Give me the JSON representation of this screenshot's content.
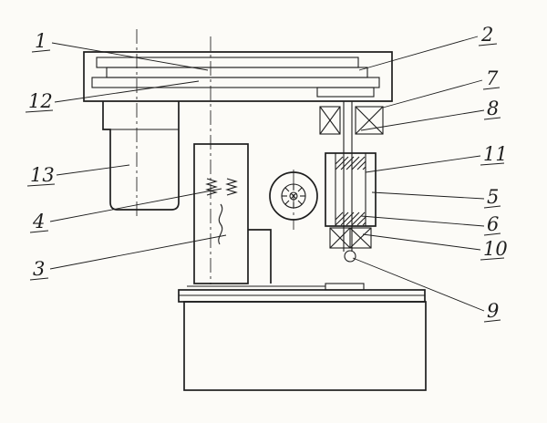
{
  "figure": {
    "type": "technical-diagram",
    "background_color": "#fcfbf7",
    "ink_color": "#1e1e1e"
  },
  "labels": [
    {
      "text": "1"
    },
    {
      "text": "2"
    },
    {
      "text": "3"
    },
    {
      "text": "4"
    },
    {
      "text": "5"
    },
    {
      "text": "6"
    },
    {
      "text": "7"
    },
    {
      "text": "8"
    },
    {
      "text": "9"
    },
    {
      "text": "10"
    },
    {
      "text": "11"
    },
    {
      "text": "12"
    },
    {
      "text": "13"
    }
  ]
}
